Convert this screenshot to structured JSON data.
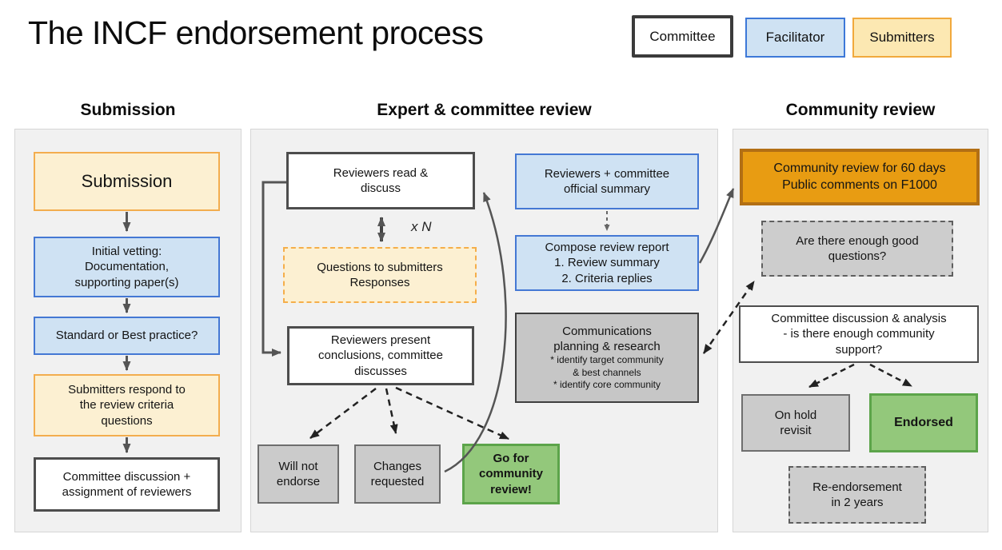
{
  "title": "The INCF endorsement process",
  "legend": {
    "committee": "Committee",
    "facilitator": "Facilitator",
    "submitters": "Submitters"
  },
  "colors": {
    "committee_border": "#3b3b3b",
    "facilitator_fill": "#cfe2f3",
    "facilitator_border": "#3d78d8",
    "submitters_fill": "#fce8b2",
    "submitters_border": "#f1a93c",
    "go_green_fill": "#93c87b",
    "community_orange_fill": "#e89c12",
    "neutral_gray_fill": "#cbcbcb",
    "panel_bg": "#f1f1f1",
    "arrow_gray": "#555555"
  },
  "columns": {
    "submission": {
      "header": "Submission",
      "nodes": {
        "submission": "Submission",
        "initial_vetting": "Initial vetting:\nDocumentation,\nsupporting paper(s)",
        "standard_or_best": "Standard or Best practice?",
        "submitters_respond": "Submitters respond to\nthe review criteria\nquestions",
        "committee_discussion": "Committee discussion +\nassignment of reviewers"
      }
    },
    "expert_review": {
      "header": "Expert & committee review",
      "nodes": {
        "reviewers_read": "Reviewers read &\ndiscuss",
        "loop_label": "x N",
        "questions_to_submitters": "Questions to submitters\nResponses",
        "reviewers_present": "Reviewers present\nconclusions, committee\ndiscusses",
        "will_not_endorse": "Will not\nendorse",
        "changes_requested": "Changes\nrequested",
        "go_for_review": "Go for\ncommunity\nreview!",
        "official_summary": "Reviewers + committee\nofficial summary",
        "compose_report": "Compose review report\n1. Review summary\n2. Criteria replies",
        "communications_main": "Communications\nplanning & research",
        "communications_sub": "* identify target community\n& best channels\n* identify core community"
      }
    },
    "community_review": {
      "header": "Community review",
      "nodes": {
        "community_review_60": "Community review for 60 days\nPublic comments on F1000",
        "enough_questions": "Are there enough good\nquestions?",
        "committee_analysis": "Committee discussion & analysis\n- is there enough community\nsupport?",
        "on_hold": "On hold\nrevisit",
        "endorsed": "Endorsed",
        "re_endorsement": "Re-endorsement\nin 2 years"
      }
    }
  }
}
